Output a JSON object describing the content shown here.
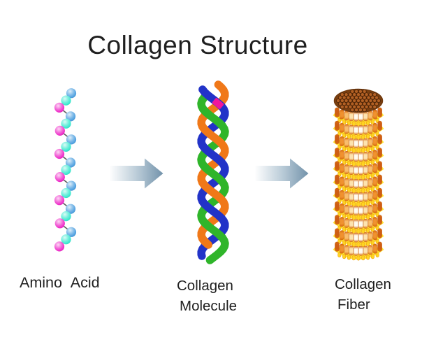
{
  "title": "Collagen Structure",
  "stages": [
    {
      "id": "amino-acid",
      "label_lines": [
        "Amino Acid"
      ]
    },
    {
      "id": "collagen-molecule",
      "label_lines": [
        "Collagen",
        "Molecule"
      ]
    },
    {
      "id": "collagen-fiber",
      "label_lines": [
        "Collagen",
        "Fiber"
      ]
    }
  ],
  "arrow": {
    "direction": "right",
    "gradient": [
      "#FEFEFE",
      "#BCCDD9",
      "#7393AB"
    ]
  },
  "amino_acid_chain": {
    "bead_pattern": [
      "blue",
      "cyan",
      "magenta"
    ],
    "repeats": 7,
    "bead_colors": {
      "magenta": "#EE2BC8",
      "cyan": "#38E8CE",
      "blue": "#4D9FE0"
    },
    "link_color": "#4A4A4A"
  },
  "collagen_molecule": {
    "strands": [
      {
        "name": "orange strand",
        "color": "#F07818"
      },
      {
        "name": "green strand",
        "color": "#2FB52A"
      },
      {
        "name": "blue strand",
        "color": "#2233C8"
      }
    ],
    "knot_color": "#F0169B"
  },
  "collagen_fiber": {
    "top_face": {
      "base": "#7A3F10",
      "dot": "#B26024",
      "dot_outline": "#4A2306",
      "rim": "#713A0F"
    },
    "body": {
      "glow": "#FFE233",
      "rod_columns": [
        "#CE5E14",
        "#F0922F",
        "#F9BE6B",
        "#FDE3AE",
        "#FFFBEF"
      ],
      "rod_end": "#D96A10",
      "rod_outline": "#C25808",
      "bead": "#FFD422",
      "bead_outline": "#EE9E10"
    }
  },
  "text_color": "#1F1F1F",
  "background": "#FFFFFF"
}
